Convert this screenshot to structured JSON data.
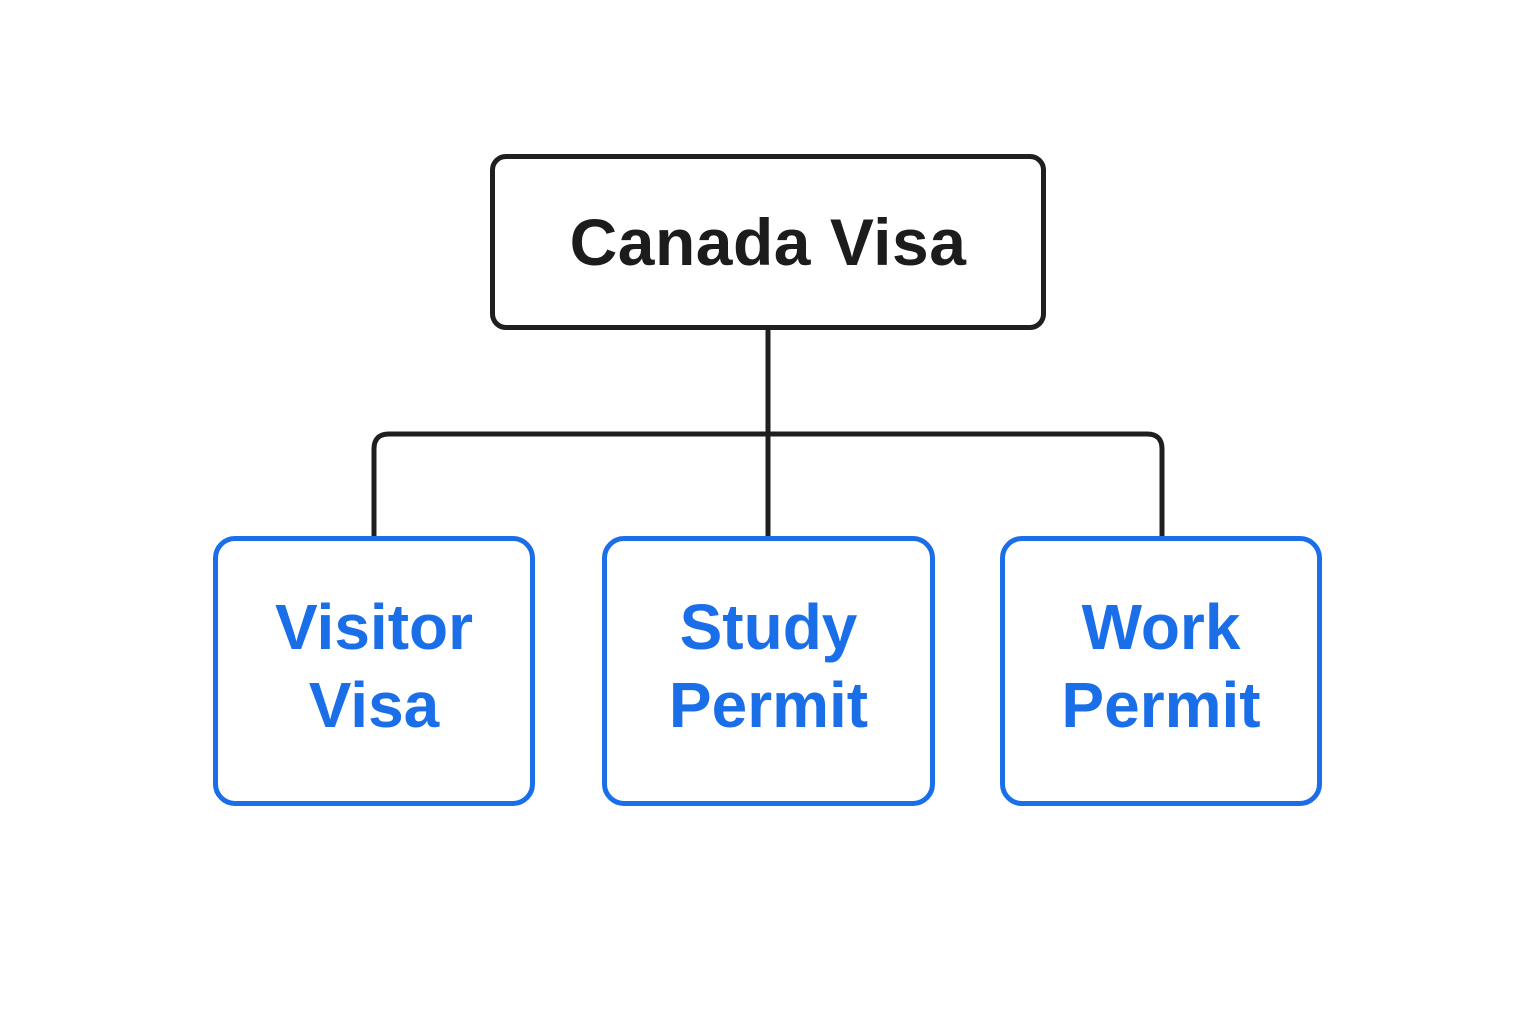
{
  "diagram": {
    "root": {
      "label": "Canada Visa"
    },
    "children": [
      {
        "line1": "Visitor",
        "line2": "Visa"
      },
      {
        "line1": "Study",
        "line2": "Permit"
      },
      {
        "line1": "Work",
        "line2": "Permit"
      }
    ],
    "colors": {
      "root_border": "#1f1f1f",
      "root_text": "#1c1c1c",
      "child_border": "#1a6fe8",
      "child_text": "#1a6fe8",
      "connector": "#1f1f1f",
      "background": "#ffffff"
    }
  }
}
